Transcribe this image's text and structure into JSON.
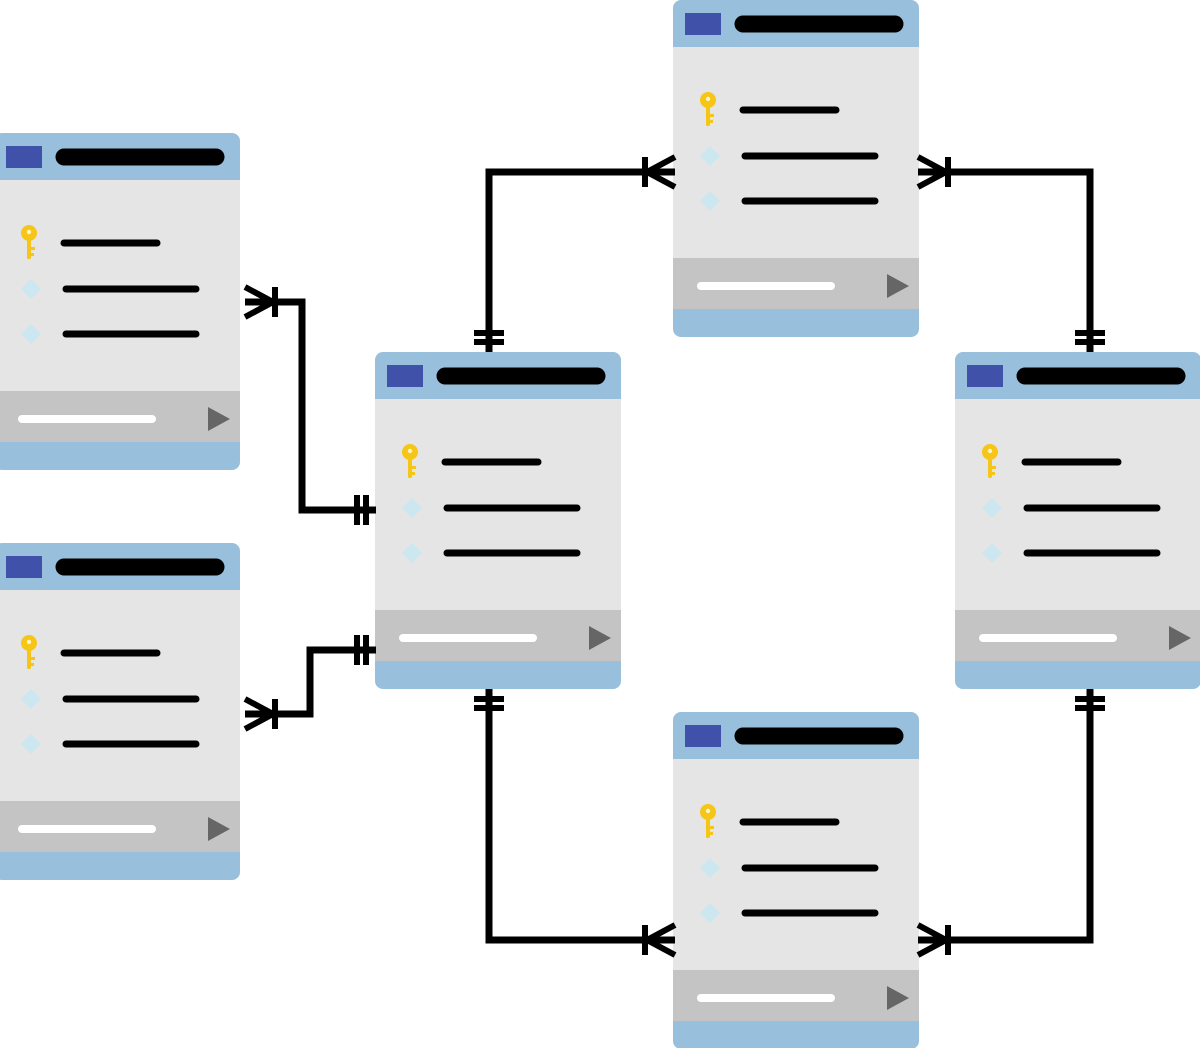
{
  "diagram": {
    "type": "entity-relationship",
    "tables": [
      {
        "id": "left-top-table",
        "title": "",
        "rows": [
          {
            "kind": "primary-key",
            "icon": "key-icon",
            "text": ""
          },
          {
            "kind": "attribute",
            "icon": "diamond-icon",
            "text": ""
          },
          {
            "kind": "attribute",
            "icon": "diamond-icon",
            "text": ""
          }
        ],
        "footer_icon": "play-icon"
      },
      {
        "id": "left-bottom-table",
        "title": "",
        "rows": [
          {
            "kind": "primary-key",
            "icon": "key-icon",
            "text": ""
          },
          {
            "kind": "attribute",
            "icon": "diamond-icon",
            "text": ""
          },
          {
            "kind": "attribute",
            "icon": "diamond-icon",
            "text": ""
          }
        ],
        "footer_icon": "play-icon"
      },
      {
        "id": "center-table",
        "title": "",
        "rows": [
          {
            "kind": "primary-key",
            "icon": "key-icon",
            "text": ""
          },
          {
            "kind": "attribute",
            "icon": "diamond-icon",
            "text": ""
          },
          {
            "kind": "attribute",
            "icon": "diamond-icon",
            "text": ""
          }
        ],
        "footer_icon": "play-icon"
      },
      {
        "id": "top-table",
        "title": "",
        "rows": [
          {
            "kind": "primary-key",
            "icon": "key-icon",
            "text": ""
          },
          {
            "kind": "attribute",
            "icon": "diamond-icon",
            "text": ""
          },
          {
            "kind": "attribute",
            "icon": "diamond-icon",
            "text": ""
          }
        ],
        "footer_icon": "play-icon"
      },
      {
        "id": "right-table",
        "title": "",
        "rows": [
          {
            "kind": "primary-key",
            "icon": "key-icon",
            "text": ""
          },
          {
            "kind": "attribute",
            "icon": "diamond-icon",
            "text": ""
          },
          {
            "kind": "attribute",
            "icon": "diamond-icon",
            "text": ""
          }
        ],
        "footer_icon": "play-icon"
      },
      {
        "id": "bottom-table",
        "title": "",
        "rows": [
          {
            "kind": "primary-key",
            "icon": "key-icon",
            "text": ""
          },
          {
            "kind": "attribute",
            "icon": "diamond-icon",
            "text": ""
          },
          {
            "kind": "attribute",
            "icon": "diamond-icon",
            "text": ""
          }
        ],
        "footer_icon": "play-icon"
      }
    ],
    "relationships": [
      {
        "from": "left-top-table",
        "from_end": "many",
        "to": "center-table",
        "to_end": "one"
      },
      {
        "from": "left-bottom-table",
        "from_end": "many",
        "to": "center-table",
        "to_end": "one"
      },
      {
        "from": "center-table",
        "from_end": "one",
        "to": "top-table",
        "to_end": "many"
      },
      {
        "from": "right-table",
        "from_end": "one",
        "to": "top-table",
        "to_end": "many"
      },
      {
        "from": "center-table",
        "from_end": "one",
        "to": "bottom-table",
        "to_end": "many"
      },
      {
        "from": "right-table",
        "from_end": "one",
        "to": "bottom-table",
        "to_end": "many"
      }
    ]
  },
  "colors": {
    "header": "#98bfdb",
    "header_square": "#3f51a8",
    "body": "#e5e5e5",
    "footer": "#c5c4c4",
    "line": "#000000",
    "key": "#f5c518",
    "diamond": "#cce7f0",
    "footer_bar": "#ffffff",
    "play": "#666666"
  }
}
